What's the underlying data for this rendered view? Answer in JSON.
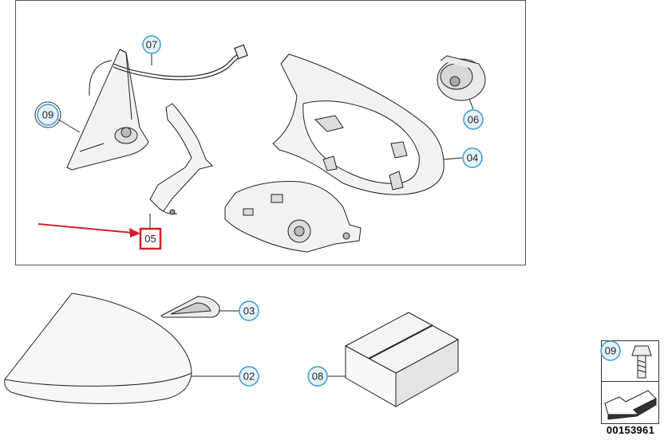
{
  "diagram": {
    "callouts": [
      {
        "id": "07",
        "label": "07"
      },
      {
        "id": "09a",
        "label": "09"
      },
      {
        "id": "06",
        "label": "06"
      },
      {
        "id": "04",
        "label": "04"
      },
      {
        "id": "05",
        "label": "05"
      },
      {
        "id": "03",
        "label": "03"
      },
      {
        "id": "02",
        "label": "02"
      },
      {
        "id": "08",
        "label": "08"
      },
      {
        "id": "09b",
        "label": "09"
      }
    ],
    "highlighted_part": "05",
    "diagram_number": "00153961",
    "colors": {
      "callout_fill": "#e6f3fb",
      "callout_stroke": "#3b9ad4",
      "highlight": "#d0202a",
      "line": "#222222"
    }
  }
}
